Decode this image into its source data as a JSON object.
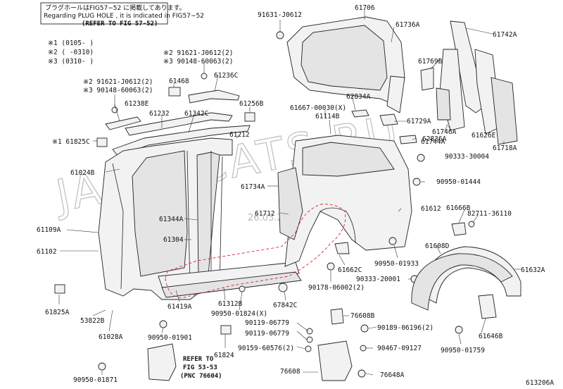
{
  "notes": {
    "box_line1": "プラグホールはFIG57−52 に掲載してあります。",
    "box_line2": "Regarding PLUG HOLE , it is indicated in FIG57−52",
    "box_line3": "(REFER TO FIG 57-52)",
    "legend": [
      "※1 (0105-      )",
      "※2 (      -0310)",
      "※3 (0310-      )"
    ],
    "refer_53": [
      "REFER TO",
      "FIG 53-53",
      "(PNC 76604)"
    ],
    "diagram_code": "613206A",
    "watermark": "JAPANCATS.RU",
    "date_stamp": "26.03.2010"
  },
  "labels": [
    {
      "id": "l1",
      "text": "91631-J0612"
    },
    {
      "id": "l2",
      "text": "61706"
    },
    {
      "id": "l3",
      "text": "61736A"
    },
    {
      "id": "l4",
      "text": "61742A"
    },
    {
      "id": "l5",
      "text": "※2 91621-J0612(2)"
    },
    {
      "id": "l6",
      "text": "※3 90148-60063(2)"
    },
    {
      "id": "l7",
      "text": "61236C"
    },
    {
      "id": "l8",
      "text": "61769B"
    },
    {
      "id": "l9",
      "text": "※2 91621-J0612(2)"
    },
    {
      "id": "l10",
      "text": "※3 90148-60063(2)"
    },
    {
      "id": "l11",
      "text": "61468"
    },
    {
      "id": "l12",
      "text": "62834A"
    },
    {
      "id": "l13",
      "text": "61238E"
    },
    {
      "id": "l14",
      "text": "61232"
    },
    {
      "id": "l15",
      "text": "61342C"
    },
    {
      "id": "l16",
      "text": "61256B"
    },
    {
      "id": "l17",
      "text": "61667-00030(X)"
    },
    {
      "id": "l18",
      "text": "61114B"
    },
    {
      "id": "l19",
      "text": "61729A"
    },
    {
      "id": "l20",
      "text": "61746A"
    },
    {
      "id": "l21",
      "text": "61626E"
    },
    {
      "id": "l22",
      "text": "61212"
    },
    {
      "id": "l23",
      "text": "62836A"
    },
    {
      "id": "l24",
      "text": "61744A"
    },
    {
      "id": "l25",
      "text": "※1 61825C"
    },
    {
      "id": "l26",
      "text": "61718A"
    },
    {
      "id": "l27",
      "text": "90333-30004"
    },
    {
      "id": "l28",
      "text": "61024B"
    },
    {
      "id": "l29",
      "text": "90950-01444"
    },
    {
      "id": "l30",
      "text": "61734A"
    },
    {
      "id": "l31",
      "text": "61666B"
    },
    {
      "id": "l32",
      "text": "61612"
    },
    {
      "id": "l33",
      "text": "82711-36110"
    },
    {
      "id": "l34",
      "text": "61712"
    },
    {
      "id": "l35",
      "text": "61344A"
    },
    {
      "id": "l36",
      "text": "61109A"
    },
    {
      "id": "l37",
      "text": "61304"
    },
    {
      "id": "l38",
      "text": "61608D"
    },
    {
      "id": "l39",
      "text": "61102"
    },
    {
      "id": "l40",
      "text": "90950-01933"
    },
    {
      "id": "l41",
      "text": "61662C"
    },
    {
      "id": "l42",
      "text": "61632A"
    },
    {
      "id": "l43",
      "text": "90178-06002(2)"
    },
    {
      "id": "l44",
      "text": "90333-20001"
    },
    {
      "id": "l45",
      "text": "61419A"
    },
    {
      "id": "l46",
      "text": "61312B"
    },
    {
      "id": "l47",
      "text": "67842C"
    },
    {
      "id": "l48",
      "text": "61825A"
    },
    {
      "id": "l49",
      "text": "90950-01824(X)"
    },
    {
      "id": "l50",
      "text": "76608B"
    },
    {
      "id": "l51",
      "text": "53822B"
    },
    {
      "id": "l52",
      "text": "90119-06779"
    },
    {
      "id": "l53",
      "text": "90189-06196(2)"
    },
    {
      "id": "l54",
      "text": "61646B"
    },
    {
      "id": "l55",
      "text": "90119-06779"
    },
    {
      "id": "l56",
      "text": "61028A"
    },
    {
      "id": "l57",
      "text": "90950-01901"
    },
    {
      "id": "l58",
      "text": "90159-60576(2)"
    },
    {
      "id": "l59",
      "text": "90467-09127"
    },
    {
      "id": "l60",
      "text": "90950-01759"
    },
    {
      "id": "l61",
      "text": "61824"
    },
    {
      "id": "l62",
      "text": "76608"
    },
    {
      "id": "l63",
      "text": "76648A"
    },
    {
      "id": "l64",
      "text": "90950-01871"
    }
  ]
}
